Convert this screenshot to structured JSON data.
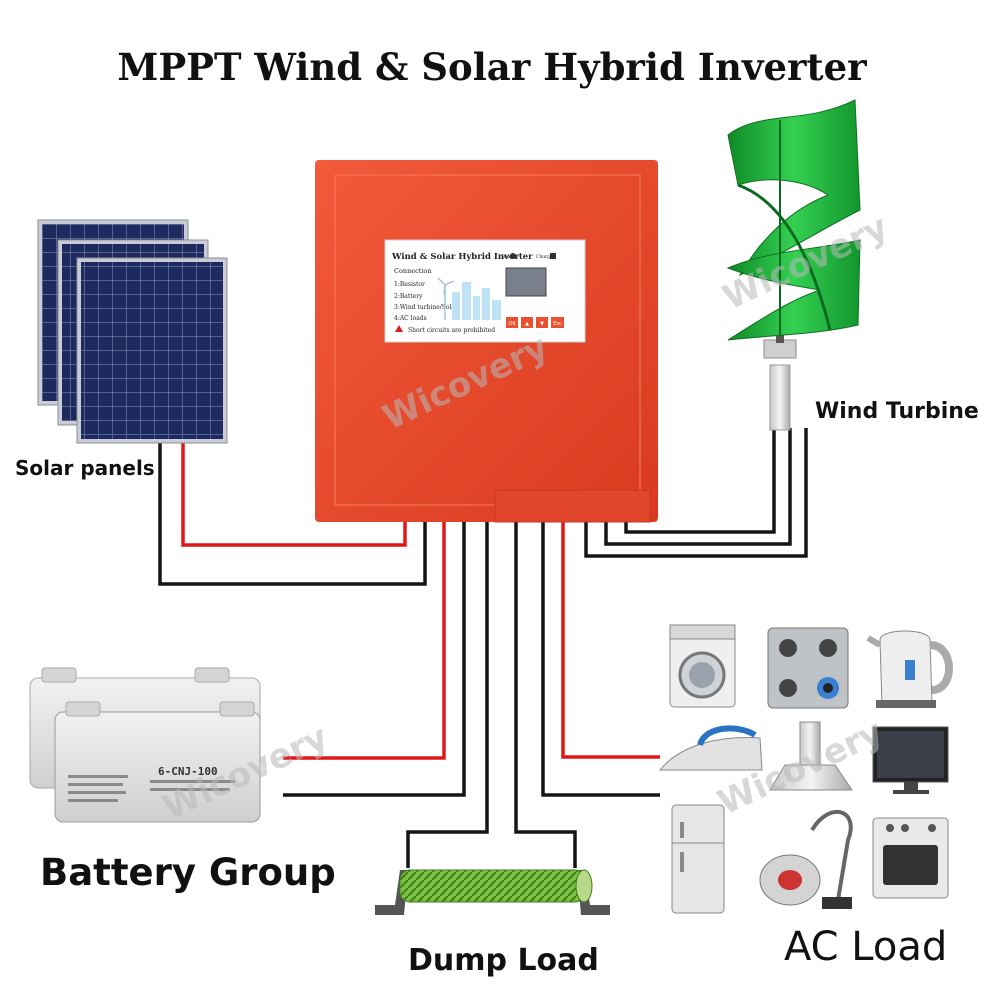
{
  "title": "MPPT  Wind & Solar Hybrid Inverter",
  "components": {
    "solar": "Solar panels",
    "wind": "Wind Turbine",
    "battery": "Battery Group",
    "dump": "Dump Load",
    "ac": "AC Load"
  },
  "inverter_panel": {
    "heading": "Wind & Solar Hybrid Inverter",
    "battery_indicator": "Battery",
    "charge_indicator": "Charge",
    "connection_title": "Connection",
    "connections": [
      "1:Resistor",
      "2:Battery",
      "3:Wind turbine/Solar",
      "4:AC loads"
    ],
    "warning": "Short circuits are prohibited",
    "buttons": [
      "OK",
      "▲",
      "▼",
      "Esc"
    ]
  },
  "battery_label": "6-CNJ-100",
  "watermark": "Wicovery",
  "colors": {
    "inverter": "#ec4a2c",
    "wire_positive": "#e01818",
    "wire_negative": "#151515",
    "turbine": "#1fb43a",
    "solar_cell": "#1c2a5e",
    "dump_load": "#7bc143"
  }
}
